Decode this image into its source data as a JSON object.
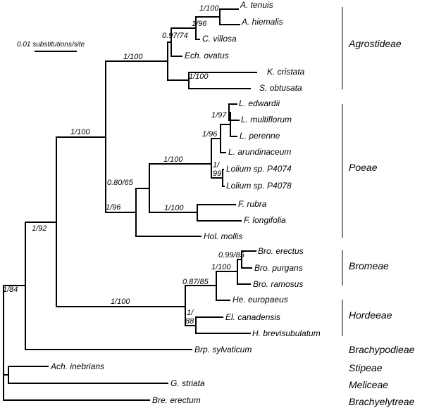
{
  "scale": {
    "label": "0.01 substitutions/site"
  },
  "taxa": [
    "A. tenuis",
    "A. hiemalis",
    "C. villosa",
    "Ech. ovatus",
    "K. cristata",
    "S. obtusata",
    "L. edwardii",
    "L. multiflorum",
    "L. perenne",
    "L. arundinaceum",
    "Lolium sp. P4074",
    "Lolium sp. P4078",
    "F. rubra",
    "F. longifolia",
    "Hol. mollis",
    "Bro. erectus",
    "Bro. purgans",
    "Bro. ramosus",
    "He. europaeus",
    "El. canadensis",
    "H. brevisubulatum",
    "Brp. sylvaticum",
    "Ach. inebrians",
    "G. striata",
    "Bre. erectum"
  ],
  "support": [
    "1/100",
    "1/96",
    "0.97/74",
    "1/100",
    "1/100",
    "1/100",
    "1/97",
    "1/96",
    "1/",
    "99",
    "1/100",
    "0.80/65",
    "1/100",
    "1/96",
    "0.99/85",
    "1/100",
    "0.87/85",
    "1/",
    "88",
    "1/100",
    "1/92",
    "1/84"
  ],
  "clades": [
    "Agrostideae",
    "Poeae",
    "Bromeae",
    "Hordeeae",
    "Brachypodieae",
    "Stipeae",
    "Meliceae",
    "Brachyelytreae"
  ]
}
